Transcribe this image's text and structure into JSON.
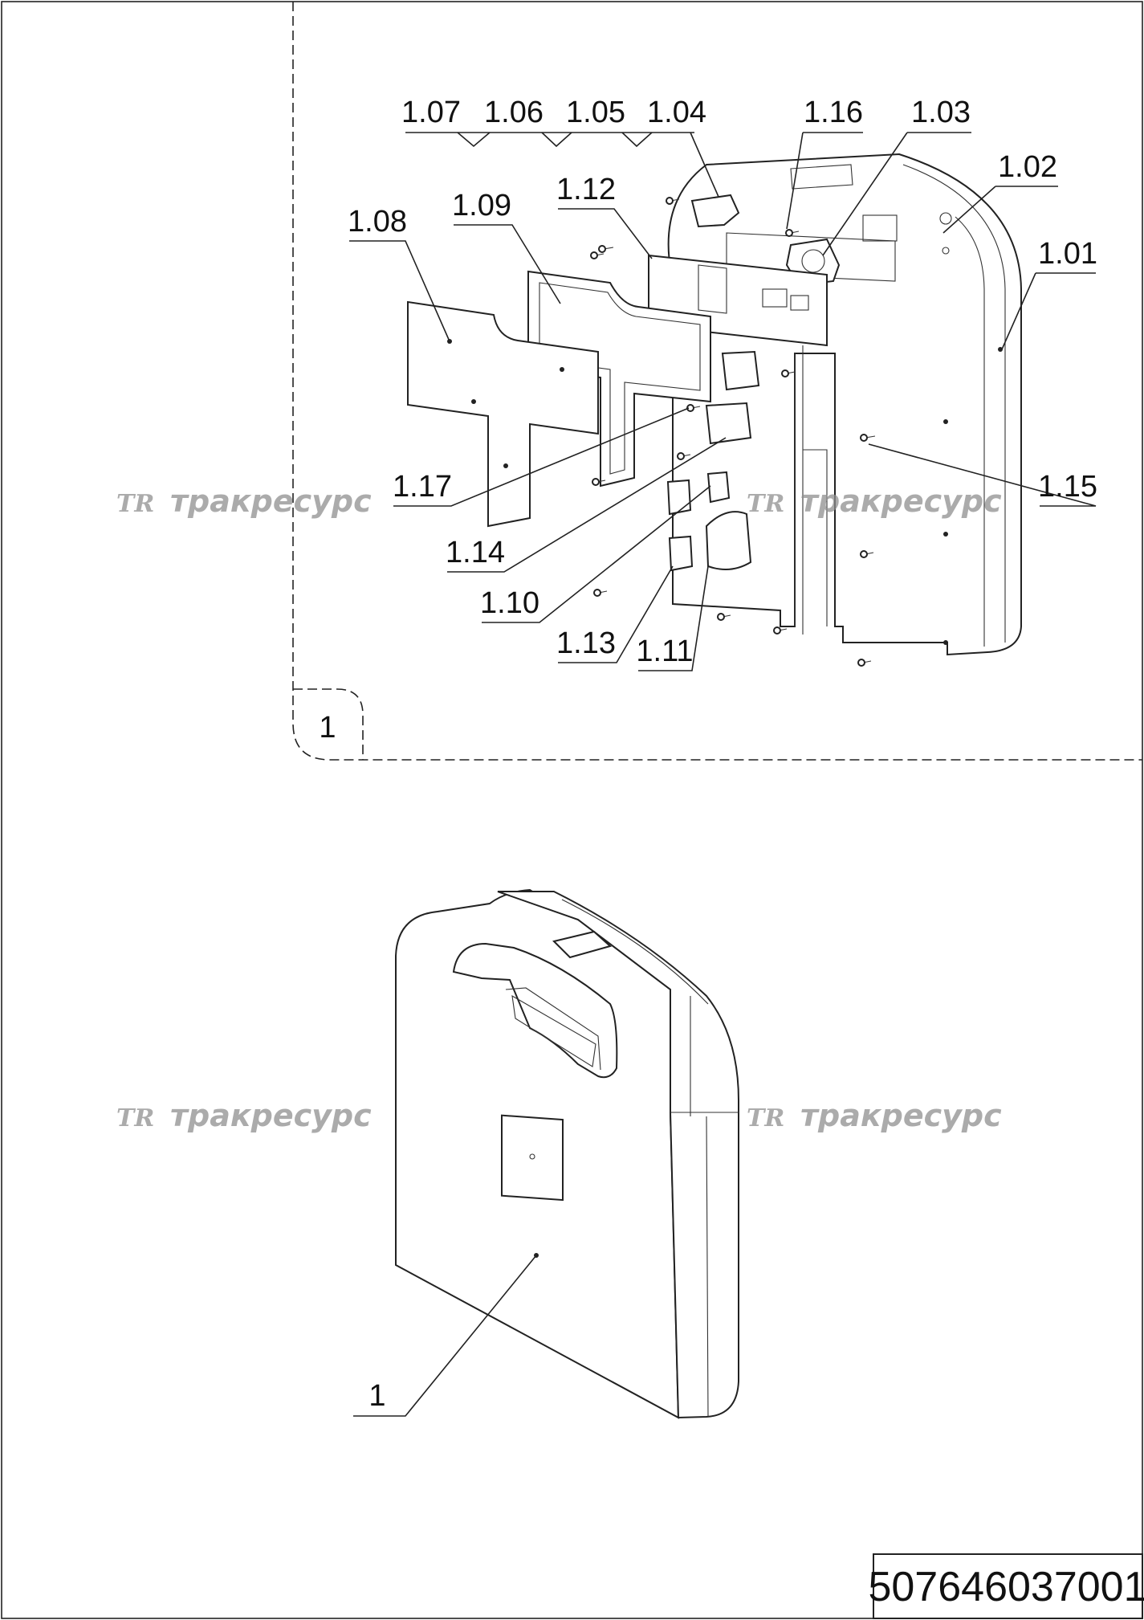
{
  "drawing_number": "507646037001",
  "assembly_view_label": "1",
  "assembly_callout": "1",
  "callouts": [
    {
      "id": "1.01"
    },
    {
      "id": "1.02"
    },
    {
      "id": "1.03"
    },
    {
      "id": "1.04"
    },
    {
      "id": "1.05"
    },
    {
      "id": "1.06"
    },
    {
      "id": "1.07"
    },
    {
      "id": "1.08"
    },
    {
      "id": "1.09"
    },
    {
      "id": "1.10"
    },
    {
      "id": "1.11"
    },
    {
      "id": "1.12"
    },
    {
      "id": "1.13"
    },
    {
      "id": "1.14"
    },
    {
      "id": "1.15"
    },
    {
      "id": "1.16"
    },
    {
      "id": "1.17"
    }
  ],
  "watermark": {
    "logo": "TR",
    "text": "тракресурс"
  }
}
